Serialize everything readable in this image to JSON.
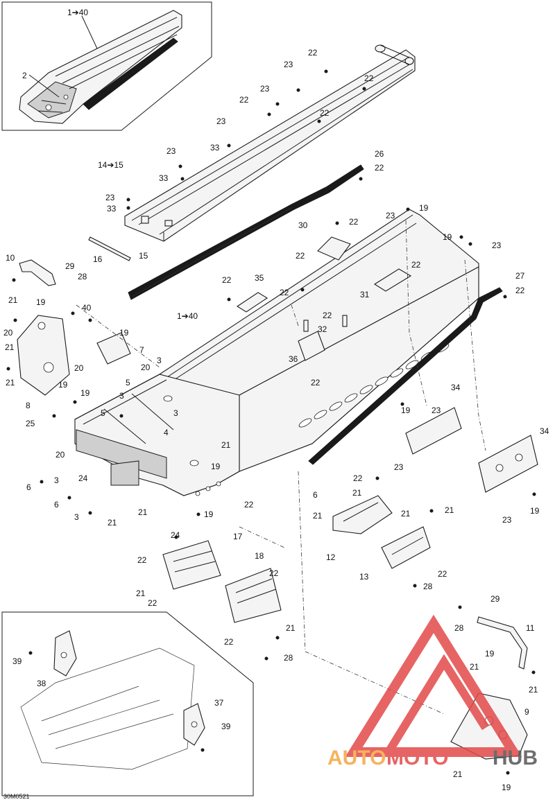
{
  "diagram_code": "30M0521",
  "watermark": {
    "word1": "AUTO",
    "word2": "MOTO",
    "word3": "HUB",
    "color1": "#f4a640",
    "color2": "#e34a4a",
    "color3": "#555555"
  },
  "callouts": [
    {
      "id": "c1",
      "text": "1➔40"
    },
    {
      "id": "c2",
      "text": "2"
    },
    {
      "id": "c3",
      "text": "22"
    },
    {
      "id": "c4",
      "text": "23"
    },
    {
      "id": "c5",
      "text": "22"
    },
    {
      "id": "c6",
      "text": "23"
    },
    {
      "id": "c7",
      "text": "22"
    },
    {
      "id": "c8",
      "text": "22"
    },
    {
      "id": "c9",
      "text": "23"
    },
    {
      "id": "c10",
      "text": "33"
    },
    {
      "id": "c11",
      "text": "23"
    },
    {
      "id": "c12",
      "text": "33"
    },
    {
      "id": "c13",
      "text": "14➔15"
    },
    {
      "id": "c14",
      "text": "26"
    },
    {
      "id": "c15",
      "text": "22"
    },
    {
      "id": "c16",
      "text": "23"
    },
    {
      "id": "c17",
      "text": "33"
    },
    {
      "id": "c18",
      "text": "23"
    },
    {
      "id": "c19",
      "text": "19"
    },
    {
      "id": "c20",
      "text": "30"
    },
    {
      "id": "c21",
      "text": "22"
    },
    {
      "id": "c22",
      "text": "16"
    },
    {
      "id": "c23",
      "text": "15"
    },
    {
      "id": "c24",
      "text": "22"
    },
    {
      "id": "c25",
      "text": "19"
    },
    {
      "id": "c26",
      "text": "23"
    },
    {
      "id": "c27",
      "text": "10"
    },
    {
      "id": "c28",
      "text": "29"
    },
    {
      "id": "c29",
      "text": "28"
    },
    {
      "id": "c30",
      "text": "22"
    },
    {
      "id": "c31",
      "text": "35"
    },
    {
      "id": "c32",
      "text": "22"
    },
    {
      "id": "c33",
      "text": "22"
    },
    {
      "id": "c34",
      "text": "27"
    },
    {
      "id": "c35",
      "text": "22"
    },
    {
      "id": "c36",
      "text": "21"
    },
    {
      "id": "c37",
      "text": "19"
    },
    {
      "id": "c38",
      "text": "40"
    },
    {
      "id": "c39",
      "text": "31"
    },
    {
      "id": "c40",
      "text": "22"
    },
    {
      "id": "c41",
      "text": "32"
    },
    {
      "id": "c42",
      "text": "1➔40"
    },
    {
      "id": "c43",
      "text": "20"
    },
    {
      "id": "c44",
      "text": "19"
    },
    {
      "id": "c45",
      "text": "21"
    },
    {
      "id": "c46",
      "text": "7"
    },
    {
      "id": "c47",
      "text": "20"
    },
    {
      "id": "c48",
      "text": "20"
    },
    {
      "id": "c49",
      "text": "3"
    },
    {
      "id": "c50",
      "text": "36"
    },
    {
      "id": "c51",
      "text": "21"
    },
    {
      "id": "c52",
      "text": "19"
    },
    {
      "id": "c53",
      "text": "22"
    },
    {
      "id": "c54",
      "text": "8"
    },
    {
      "id": "c55",
      "text": "5"
    },
    {
      "id": "c56",
      "text": "19"
    },
    {
      "id": "c57",
      "text": "3"
    },
    {
      "id": "c58",
      "text": "25"
    },
    {
      "id": "c59",
      "text": "5"
    },
    {
      "id": "c60",
      "text": "3"
    },
    {
      "id": "c61",
      "text": "4"
    },
    {
      "id": "c62",
      "text": "34"
    },
    {
      "id": "c63",
      "text": "19"
    },
    {
      "id": "c64",
      "text": "23"
    },
    {
      "id": "c65",
      "text": "21"
    },
    {
      "id": "c66",
      "text": "34"
    },
    {
      "id": "c67",
      "text": "20"
    },
    {
      "id": "c68",
      "text": "23"
    },
    {
      "id": "c69",
      "text": "19"
    },
    {
      "id": "c70",
      "text": "6"
    },
    {
      "id": "c71",
      "text": "3"
    },
    {
      "id": "c72",
      "text": "24"
    },
    {
      "id": "c73",
      "text": "22"
    },
    {
      "id": "c74",
      "text": "6"
    },
    {
      "id": "c75",
      "text": "21"
    },
    {
      "id": "c76",
      "text": "6"
    },
    {
      "id": "c77",
      "text": "3"
    },
    {
      "id": "c78",
      "text": "21"
    },
    {
      "id": "c79",
      "text": "21"
    },
    {
      "id": "c80",
      "text": "19"
    },
    {
      "id": "c81",
      "text": "22"
    },
    {
      "id": "c82",
      "text": "21"
    },
    {
      "id": "c83",
      "text": "21"
    },
    {
      "id": "c84",
      "text": "21"
    },
    {
      "id": "c85",
      "text": "23"
    },
    {
      "id": "c86",
      "text": "19"
    },
    {
      "id": "c87",
      "text": "24"
    },
    {
      "id": "c88",
      "text": "17"
    },
    {
      "id": "c89",
      "text": "12"
    },
    {
      "id": "c90",
      "text": "13"
    },
    {
      "id": "c91",
      "text": "22"
    },
    {
      "id": "c92",
      "text": "22"
    },
    {
      "id": "c93",
      "text": "18"
    },
    {
      "id": "c94",
      "text": "22"
    },
    {
      "id": "c95",
      "text": "28"
    },
    {
      "id": "c96",
      "text": "21"
    },
    {
      "id": "c97",
      "text": "22"
    },
    {
      "id": "c98",
      "text": "29"
    },
    {
      "id": "c99",
      "text": "28"
    },
    {
      "id": "c100",
      "text": "11"
    },
    {
      "id": "c101",
      "text": "22"
    },
    {
      "id": "c102",
      "text": "21"
    },
    {
      "id": "c103",
      "text": "28"
    },
    {
      "id": "c104",
      "text": "19"
    },
    {
      "id": "c105",
      "text": "39"
    },
    {
      "id": "c106",
      "text": "21"
    },
    {
      "id": "c107",
      "text": "21"
    },
    {
      "id": "c108",
      "text": "38"
    },
    {
      "id": "c109",
      "text": "9"
    },
    {
      "id": "c110",
      "text": "37"
    },
    {
      "id": "c111",
      "text": "39"
    },
    {
      "id": "c112",
      "text": "21"
    },
    {
      "id": "c113",
      "text": "19"
    }
  ]
}
